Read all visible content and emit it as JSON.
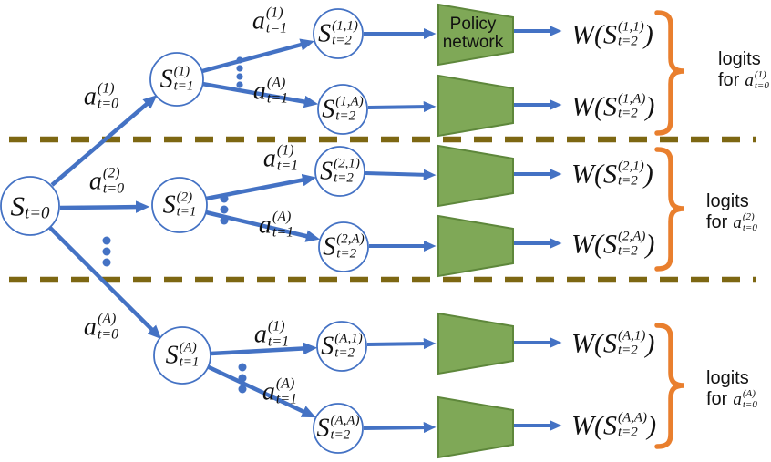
{
  "colors": {
    "edge_blue": "#4472C4",
    "node_fill": "#FFFFFF",
    "node_stroke": "#4472C4",
    "trapezoid_green": "#7FA857",
    "trapezoid_border": "#5E873B",
    "dashed_separator_olive": "#7D6712",
    "brace_orange": "#E97F2E",
    "text_black": "#111111"
  },
  "nodes": {
    "root": {
      "base": "S",
      "sub": "t=0"
    },
    "s1": {
      "base": "S",
      "sup": "(1)",
      "sub": "t=1"
    },
    "s2": {
      "base": "S",
      "sup": "(2)",
      "sub": "t=1"
    },
    "sA": {
      "base": "S",
      "sup": "(A)",
      "sub": "t=1"
    },
    "s11": {
      "base": "S",
      "sup": "(1,1)",
      "sub": "t=2"
    },
    "s1A": {
      "base": "S",
      "sup": "(1,A)",
      "sub": "t=2"
    },
    "s21": {
      "base": "S",
      "sup": "(2,1)",
      "sub": "t=2"
    },
    "s2A": {
      "base": "S",
      "sup": "(2,A)",
      "sub": "t=2"
    },
    "sA1": {
      "base": "S",
      "sup": "(A,1)",
      "sub": "t=2"
    },
    "sAA": {
      "base": "S",
      "sup": "(A,A)",
      "sub": "t=2"
    }
  },
  "edge_labels": {
    "a01": {
      "base": "a",
      "sup": "(1)",
      "sub": "t=0"
    },
    "a02": {
      "base": "a",
      "sup": "(2)",
      "sub": "t=0"
    },
    "a0A": {
      "base": "a",
      "sup": "(A)",
      "sub": "t=0"
    },
    "g1a1": {
      "base": "a",
      "sup": "(1)",
      "sub": "t=1"
    },
    "g1aA": {
      "base": "a",
      "sup": "(A)",
      "sub": "t=1"
    },
    "g2a1": {
      "base": "a",
      "sup": "(1)",
      "sub": "t=1"
    },
    "g2aA": {
      "base": "a",
      "sup": "(A)",
      "sub": "t=1"
    },
    "g3a1": {
      "base": "a",
      "sup": "(1)",
      "sub": "t=1"
    },
    "g3aA": {
      "base": "a",
      "sup": "(A)",
      "sub": "t=1"
    }
  },
  "policy_network": {
    "line1": "Policy",
    "line2": "network"
  },
  "outputs": {
    "w11": {
      "prefix": "W(S",
      "sup": "(1,1)",
      "sub": "t=2",
      "suffix": ")"
    },
    "w1A": {
      "prefix": "W(S",
      "sup": "(1,A)",
      "sub": "t=2",
      "suffix": ")"
    },
    "w21": {
      "prefix": "W(S",
      "sup": "(2,1)",
      "sub": "t=2",
      "suffix": ")"
    },
    "w2A": {
      "prefix": "W(S",
      "sup": "(2,A)",
      "sub": "t=2",
      "suffix": ")"
    },
    "wA1": {
      "prefix": "W(S",
      "sup": "(A,1)",
      "sub": "t=2",
      "suffix": ")"
    },
    "wAA": {
      "prefix": "W(S",
      "sup": "(A,A)",
      "sub": "t=2",
      "suffix": ")"
    }
  },
  "logits_labels": {
    "g1": {
      "line1": "logits",
      "line2": "for",
      "a": {
        "base": "a",
        "sup": "(1)",
        "sub": "t=0"
      }
    },
    "g2": {
      "line1": "logits",
      "line2": "for",
      "a": {
        "base": "a",
        "sup": "(2)",
        "sub": "t=0"
      }
    },
    "g3": {
      "line1": "logits",
      "line2": "for",
      "a": {
        "base": "a",
        "sup": "(A)",
        "sub": "t=0"
      }
    }
  }
}
